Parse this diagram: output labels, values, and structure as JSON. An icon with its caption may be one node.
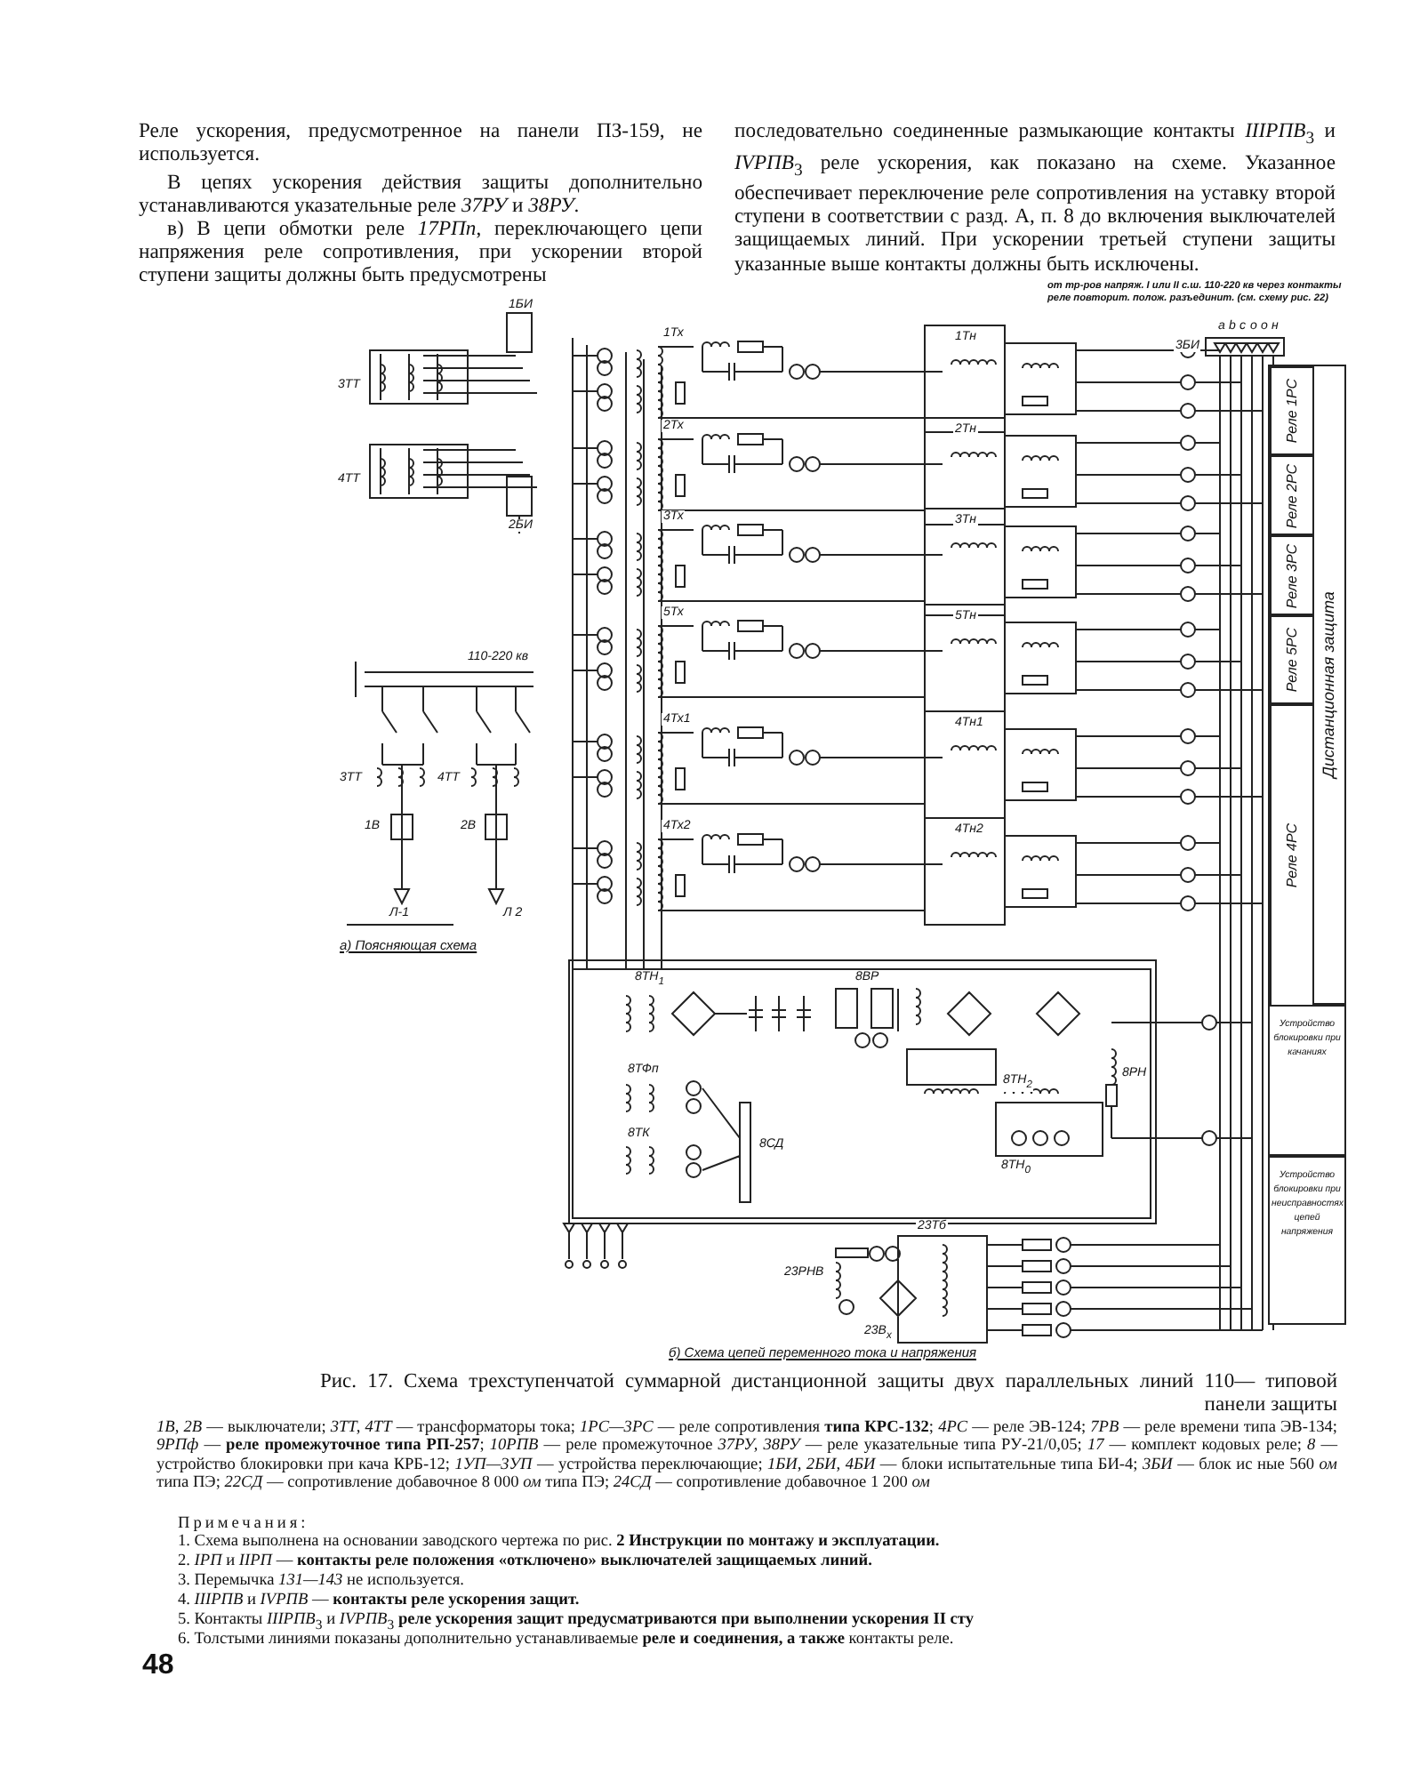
{
  "diagram": {
    "caption": "Рис. 17. Схема трехступенчатой суммарной дистанционной защиты двух параллельных линий 110— типовой панели защиты",
    "nodes": [
      {
        "text": [
          "Дистанционная защита"
        ]
      },
      {
        "text": [
          "Реле 1РС"
        ],
        "in": 0
      },
      {
        "text": [
          "Реле 2РС"
        ],
        "in": 0
      },
      {
        "text": [
          "Реле 3РС"
        ],
        "in": 0
      },
      {
        "text": [
          "Реле 5РС"
        ],
        "in": 0
      },
      {
        "text": [
          "Реле 4РС"
        ],
        "in": 0
      },
      {
        "text": [
          "Устройство блокировки при качаниях"
        ]
      },
      {
        "text": [
          "Устройство блокировки при неисправностях цепей напряжения"
        ]
      }
    ],
    "labels": [
      "Реле ускорения, предусмотренное на панели ПЗ-159, не используется.",
      "В цепях ускорения действия защиты дополнительно устанавливаются указательные реле *37РУ* и *38РУ*.",
      "в) В цепи обмотки реле *17РПп*, переключающего цепи напряжения реле сопротивления, при ускорении второй ступени защиты должны быть предусмотрены",
      "последовательно соединенные размыкающие контакты *IIIРПВ*$_{3}$ и *IVРПВ*$_{3}$ реле ускорения, как показано на схеме. Указанное обеспечивает переключение реле сопротивления на уставку второй ступени в соответствии с разд. А, п. 8 до включения выключателей защищаемых линий. При ускорении третьей ступени защиты указанные выше контакты должны быть исключены.",
      "от тр-ров напряж. I или II с.ш. 110-220 кв через контакты реле повторит. полож. разъединит. (см. схему рис. 22)",
      "а",
      "b",
      "c",
      "о",
      "о",
      "н",
      "3БИ",
      "3ТТ",
      "4ТТ",
      "1БИ",
      "2БИ",
      "1Тх",
      "2Тх",
      "3Тх",
      "5Тх",
      "4Тх1",
      "4Тх2",
      "1Тн",
      "2Тн",
      "3Тн",
      "5Тн",
      "4Тн1",
      "4Тн2",
      "110-220 кв",
      "3ТТ",
      "4ТТ",
      "1В",
      "2В",
      "Л-1",
      "Л 2",
      "а) Поясняющая схема",
      "8ТН$_{1}$",
      "8ВР",
      "8ТФп",
      "8ТК",
      "8СД",
      "8ТН$_{2}$",
      "8ТН$_{0}$",
      "8РН",
      "23Тб",
      "23РНВ",
      "23В$_{х}$",
      "б) Схема цепей переменного тока и напряжения",
      "*1В, 2В* — выключатели; *3ТТ, 4ТТ* — трансформаторы тока; *1РС—3РС* — реле сопротивления **типа КРС-132**; *4РС* — реле ЭВ-124; *7РВ* — реле времени типа ЭВ-134; *9РПф* — **реле промежуточное типа РП-257**; *10РПВ* — реле промежуточное *37РУ, 38РУ* — реле указательные типа РУ-21/0,05; *17* — комплект кодовых реле; *8* — устройство блокировки при кача КРБ-12; *1УП—3УП* — устройства переключающие; *1БИ, 2БИ, 4БИ* — блоки испытательные типа БИ-4; *3БИ* — блок ис ные 560 *ом* типа ПЭ; *22СД* — сопротивление добавочное 8 000 *ом* типа ПЭ; *24СД* — сопротивление добавочное 1 200 *ом*",
      "Примечания:",
      "1. Схема выполнена на основании заводского чертежа по рис. **2 Инструкции по монтажу и эксплуатации.**",
      "2. *IРП* и *IIРП* — **контакты реле положения «отключено» выключателей защищаемых линий.**",
      "3. Перемычка *131—143* не используется.",
      "4. *IIIРПВ* и *IVРПВ* — **контакты реле ускорения защит.**",
      "5. Контакты *IIIРПВ*$_{3}$ и *IVРПВ*$_{3}$ **реле ускорения защит предусматриваются при выполнении ускорения II сту**",
      "6. Толстыми линиями показаны дополнительно устанавливаемые **реле и соединения, а также** контакты реле.",
      "48"
    ]
  }
}
